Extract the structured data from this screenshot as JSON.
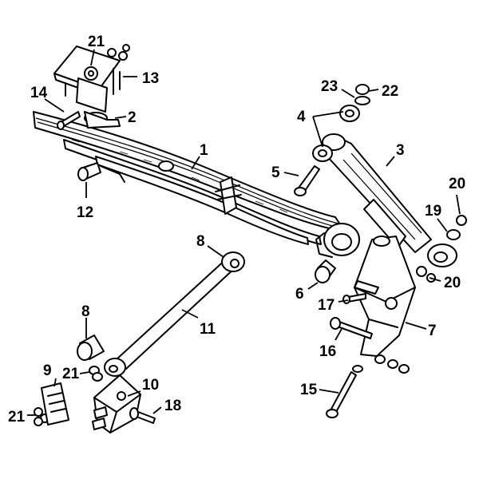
{
  "callouts": {
    "c1": "1",
    "c2": "2",
    "c3": "3",
    "c4": "4",
    "c5": "5",
    "c6": "6",
    "c7": "7",
    "c8a": "8",
    "c8b": "8",
    "c9": "9",
    "c10": "10",
    "c11": "11",
    "c12": "12",
    "c13": "13",
    "c14": "14",
    "c15": "15",
    "c16": "16",
    "c17": "17",
    "c18": "18",
    "c19": "19",
    "c20a": "20",
    "c20b": "20",
    "c21a": "21",
    "c21b": "21",
    "c21c": "21",
    "c22": "22",
    "c23": "23"
  }
}
